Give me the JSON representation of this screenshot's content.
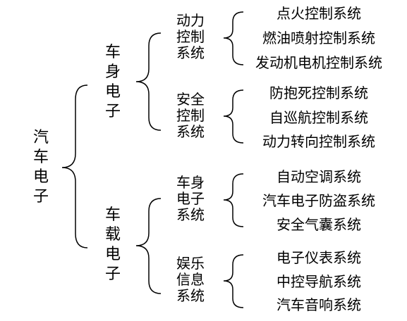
{
  "root": "汽车电子",
  "branches": [
    {
      "label": "车身电子",
      "groups": [
        {
          "label": "动力控制系统",
          "items": [
            "点火控制系统",
            "燃油喷射控制系统",
            "发动机电机控制系统"
          ]
        },
        {
          "label": "安全控制系统",
          "items": [
            "防抱死控制系统",
            "自巡航控制系统",
            "动力转向控制系统"
          ]
        }
      ]
    },
    {
      "label": "车载电子",
      "groups": [
        {
          "label": "车身电子系统",
          "items": [
            "自动空调系统",
            "汽车电子防盗系统",
            "安全气囊系统"
          ]
        },
        {
          "label": "娱乐信息系统",
          "items": [
            "电子仪表系统",
            "中控导航系统",
            "汽车音响系统"
          ]
        }
      ]
    }
  ],
  "colors": {
    "text": "#000000",
    "line": "#000000",
    "background": "#ffffff"
  }
}
